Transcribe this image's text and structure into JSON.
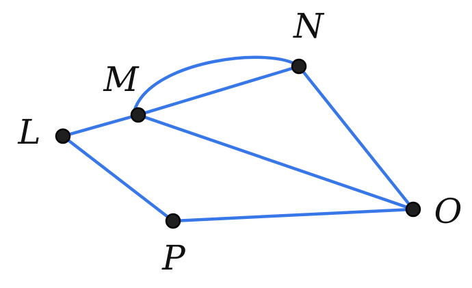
{
  "colors": {
    "edge": "#3777e8",
    "node_fill": "#1f1f1f",
    "node_stroke": "#000000",
    "label": "#111111"
  },
  "nodes": [
    {
      "id": "L",
      "label": "L"
    },
    {
      "id": "M",
      "label": "M"
    },
    {
      "id": "N",
      "label": "N"
    },
    {
      "id": "O",
      "label": "O"
    },
    {
      "id": "P",
      "label": "P"
    }
  ],
  "edges": [
    {
      "from": "L",
      "to": "M",
      "shape": "straight"
    },
    {
      "from": "M",
      "to": "N",
      "shape": "straight"
    },
    {
      "from": "M",
      "to": "N",
      "shape": "curved"
    },
    {
      "from": "M",
      "to": "O",
      "shape": "straight"
    },
    {
      "from": "N",
      "to": "O",
      "shape": "straight"
    },
    {
      "from": "L",
      "to": "P",
      "shape": "straight"
    },
    {
      "from": "P",
      "to": "O",
      "shape": "straight"
    }
  ]
}
